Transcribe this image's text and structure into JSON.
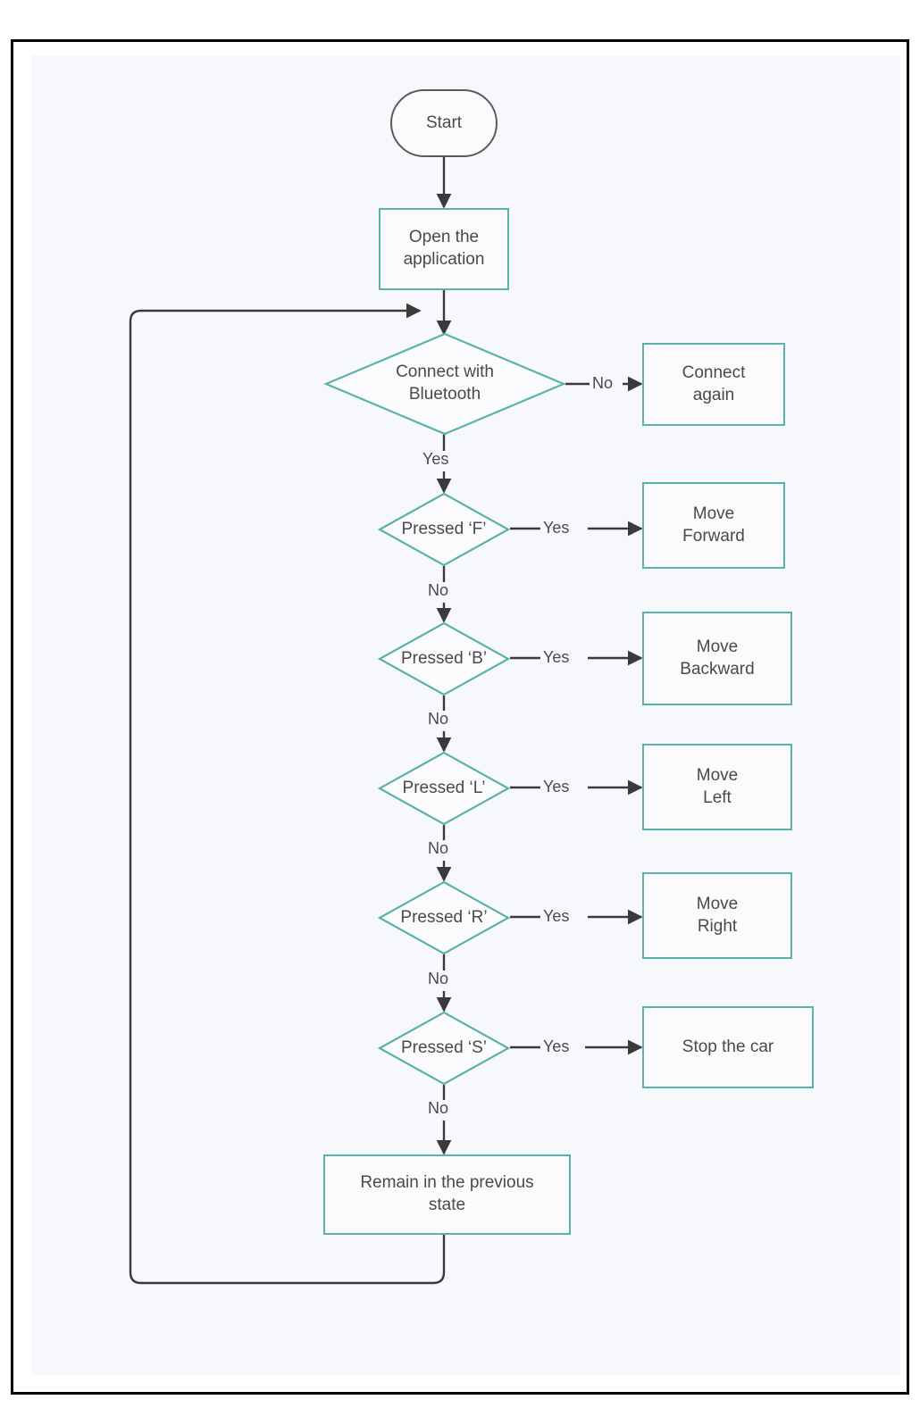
{
  "diagram": {
    "title": "Bluetooth RC car control flowchart",
    "type": "flowchart",
    "colors": {
      "node_border_teal": "#5ab3ab",
      "terminator_border": "#5a5a5a",
      "connector": "#3a3a3a",
      "text": "#4a4a4a",
      "panel_background": "#f7f8fb",
      "frame_border": "#000000"
    },
    "nodes": [
      {
        "id": "start",
        "shape": "terminator",
        "label": "Start"
      },
      {
        "id": "open_app",
        "shape": "process",
        "label": "Open the\napplication",
        "line1": "Open the",
        "line2": "application"
      },
      {
        "id": "connect_bt",
        "shape": "decision",
        "label": "Connect with\nBluetooth",
        "line1": "Connect with",
        "line2": "Bluetooth"
      },
      {
        "id": "connect_again",
        "shape": "process",
        "label": "Connect\nagain",
        "line1": "Connect",
        "line2": "again"
      },
      {
        "id": "pressed_f",
        "shape": "decision",
        "label": "Pressed ‘F’"
      },
      {
        "id": "move_forward",
        "shape": "process",
        "label": "Move\nForward",
        "line1": "Move",
        "line2": "Forward"
      },
      {
        "id": "pressed_b",
        "shape": "decision",
        "label": "Pressed ‘B’"
      },
      {
        "id": "move_backward",
        "shape": "process",
        "label": "Move\nBackward",
        "line1": "Move",
        "line2": "Backward"
      },
      {
        "id": "pressed_l",
        "shape": "decision",
        "label": "Pressed ‘L’"
      },
      {
        "id": "move_left",
        "shape": "process",
        "label": "Move\nLeft",
        "line1": "Move",
        "line2": "Left"
      },
      {
        "id": "pressed_r",
        "shape": "decision",
        "label": "Pressed ‘R’"
      },
      {
        "id": "move_right",
        "shape": "process",
        "label": "Move\nRight",
        "line1": "Move",
        "line2": "Right"
      },
      {
        "id": "pressed_s",
        "shape": "decision",
        "label": "Pressed ‘S’"
      },
      {
        "id": "stop_car",
        "shape": "process",
        "label": "Stop the car"
      },
      {
        "id": "remain",
        "shape": "process",
        "label": "Remain in the previous\nstate",
        "line1": "Remain in the previous",
        "line2": "state"
      }
    ],
    "edge_labels": {
      "bt_no": "No",
      "bt_yes": "Yes",
      "f_yes": "Yes",
      "f_no": "No",
      "b_yes": "Yes",
      "b_no": "No",
      "l_yes": "Yes",
      "l_no": "No",
      "r_yes": "Yes",
      "r_no": "No",
      "s_yes": "Yes",
      "s_no": "No"
    },
    "edges": [
      {
        "from": "start",
        "to": "open_app",
        "label": ""
      },
      {
        "from": "open_app",
        "to": "connect_bt",
        "label": ""
      },
      {
        "from": "connect_bt",
        "to": "connect_again",
        "label": "No"
      },
      {
        "from": "connect_bt",
        "to": "pressed_f",
        "label": "Yes"
      },
      {
        "from": "pressed_f",
        "to": "move_forward",
        "label": "Yes"
      },
      {
        "from": "pressed_f",
        "to": "pressed_b",
        "label": "No"
      },
      {
        "from": "pressed_b",
        "to": "move_backward",
        "label": "Yes"
      },
      {
        "from": "pressed_b",
        "to": "pressed_l",
        "label": "No"
      },
      {
        "from": "pressed_l",
        "to": "move_left",
        "label": "Yes"
      },
      {
        "from": "pressed_l",
        "to": "pressed_r",
        "label": "No"
      },
      {
        "from": "pressed_r",
        "to": "move_right",
        "label": "Yes"
      },
      {
        "from": "pressed_r",
        "to": "pressed_s",
        "label": "No"
      },
      {
        "from": "pressed_s",
        "to": "stop_car",
        "label": "Yes"
      },
      {
        "from": "pressed_s",
        "to": "remain",
        "label": "No"
      },
      {
        "from": "remain",
        "to": "connect_bt",
        "label": ""
      }
    ]
  }
}
